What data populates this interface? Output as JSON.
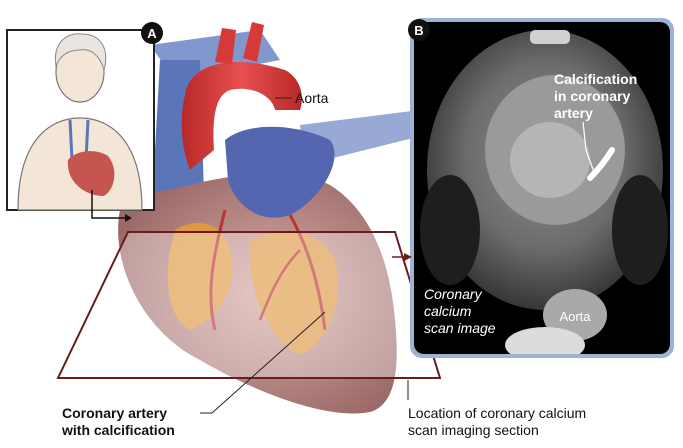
{
  "panels": {
    "a": {
      "badge": "A"
    },
    "b": {
      "badge": "B"
    }
  },
  "labels": {
    "aorta_heart": "Aorta",
    "calcification_line1": "Calcification",
    "calcification_line2": "in coronary",
    "calcification_line3": "artery",
    "scan_image_line1": "Coronary",
    "scan_image_line2": "calcium",
    "scan_image_line3": "scan image",
    "aorta_scan": "Aorta",
    "coronary_line1": "Coronary artery",
    "coronary_line2": "with calcification",
    "location_line1": "Location of coronary calcium",
    "location_line2": "scan imaging section"
  },
  "colors": {
    "aorta_red": "#d83a3a",
    "vein_blue": "#5b76b8",
    "heart_muscle": "#b98a86",
    "fat_orange": "#e39a3a",
    "plane_outline": "#6b1b1b",
    "scan_bg": "#000000",
    "scan_frame": "#9db3d6"
  }
}
